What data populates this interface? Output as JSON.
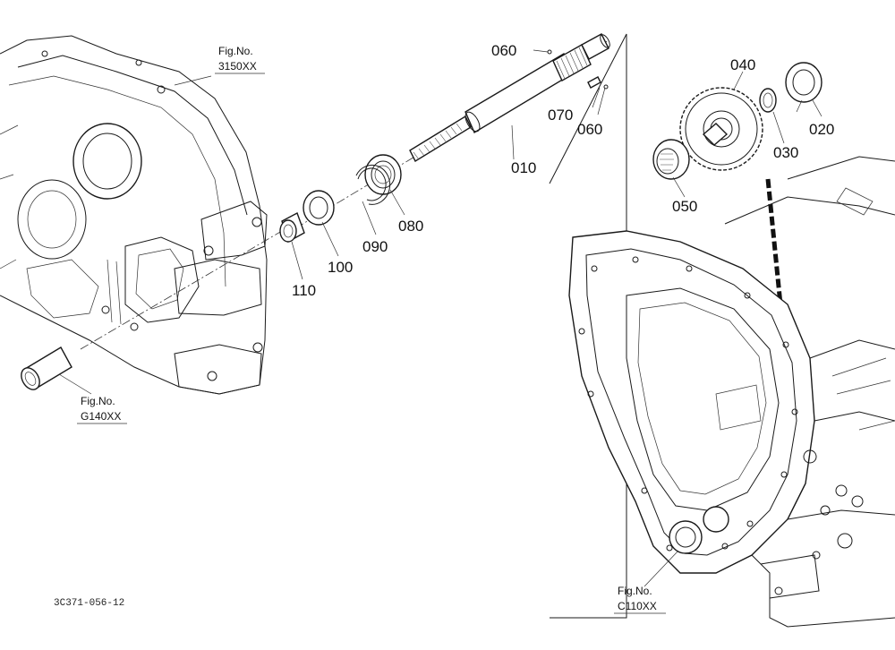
{
  "figure_code": "3C371-056-12",
  "part_labels": {
    "p010": "010",
    "p020": "020",
    "p030": "030",
    "p040": "040",
    "p050": "050",
    "p060a": "060",
    "p060b": "060",
    "p070": "070",
    "p080": "080",
    "p090": "090",
    "p100": "100",
    "p110": "110"
  },
  "fig_refs": {
    "top_left": {
      "prefix": "Fig.No.",
      "number": "3150XX"
    },
    "bottom_left": {
      "prefix": "Fig.No.",
      "number": "G140XX"
    },
    "bottom_right": {
      "prefix": "Fig.No.",
      "number": "C110XX"
    }
  }
}
